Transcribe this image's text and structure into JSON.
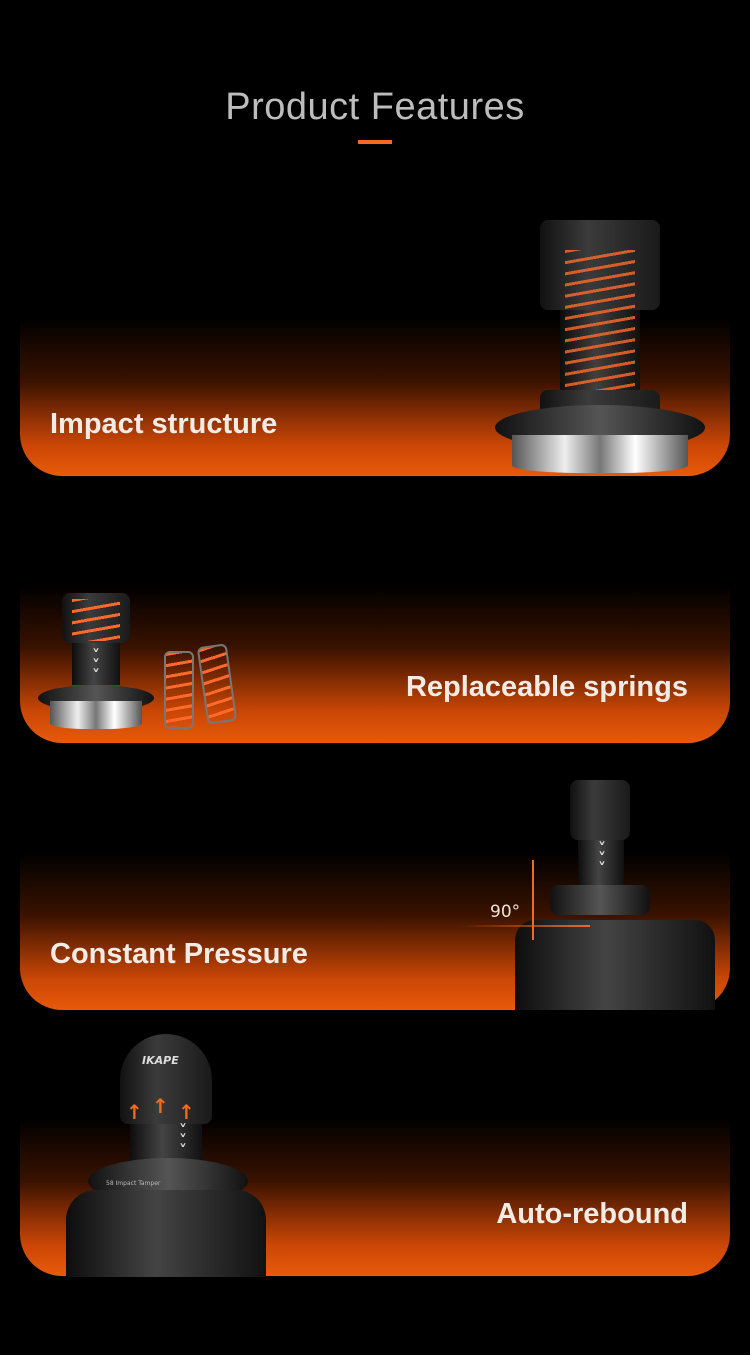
{
  "header": {
    "title": "Product Features"
  },
  "features": [
    {
      "label": "Impact structure"
    },
    {
      "label": "Replaceable springs"
    },
    {
      "label": "Constant Pressure",
      "annotation": "90°"
    },
    {
      "label": "Auto-rebound"
    }
  ],
  "logo": {
    "brand": "IKAPE",
    "ring_text": "58 Impact Tamper"
  },
  "colors": {
    "accent": "#e85a0a",
    "background": "#000000"
  }
}
